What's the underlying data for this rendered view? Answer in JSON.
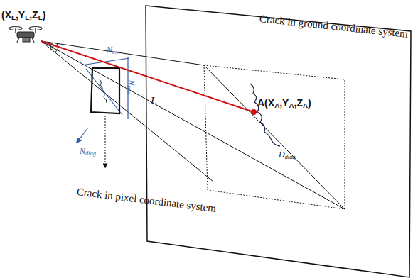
{
  "diagram": {
    "nodes": [
      {
        "text": [
          "Crack in ground coordinate system"
        ]
      }
    ],
    "labels": [
      "(XL,YL,ZL)",
      "θ",
      "Ncol",
      "Nrow",
      "Ndiag",
      "L",
      "A(XA,YA,ZA)",
      "Ddiag",
      "Crack in pixel coordinate system"
    ]
  }
}
